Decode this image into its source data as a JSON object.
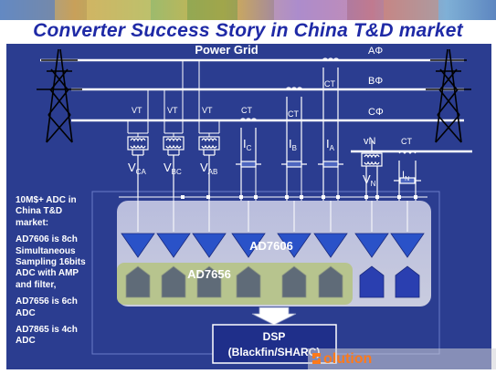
{
  "title": "Converter Success Story in China T&D market",
  "diagram": {
    "power_grid_label": "Power Grid",
    "phases": [
      "AΦ",
      "BΦ",
      "CΦ"
    ],
    "transformer_labels": [
      "VT",
      "VT",
      "VT",
      "CT",
      "CT",
      "CT",
      "vN",
      "CT"
    ],
    "signal_labels": [
      {
        "main": "V",
        "sub": "CA"
      },
      {
        "main": "V",
        "sub": "BC"
      },
      {
        "main": "V",
        "sub": "AB"
      },
      {
        "main": "I",
        "sub": "C"
      },
      {
        "main": "I",
        "sub": "B"
      },
      {
        "main": "I",
        "sub": "A"
      },
      {
        "main": "V",
        "sub": "N"
      },
      {
        "main": "I",
        "sub": "N"
      }
    ],
    "chip_ad7606": "AD7606",
    "chip_ad7656": "AD7656",
    "dsp_title": "DSP",
    "dsp_subtitle": "(Blackfin/SHARC)"
  },
  "notes": [
    "10M$+ ADC in China T&D market:",
    "AD7606 is 8ch Simultaneous Sampling 16bits ADC with AMP and filter,",
    "AD7656 is 6ch ADC",
    "AD7865 is 4ch ADC"
  ],
  "watermark": "olution",
  "colors": {
    "background": "#2b3d90",
    "title": "#1f2aa6",
    "triangle": "#2a52c8",
    "pentagon_ad7606": "#2a3fb0",
    "pentagon_ad7656": "#5f6b78",
    "ad7656_panel": "#b7c48e",
    "dsp_box": "#1f2f8a",
    "watermark": "#ff7a1a"
  }
}
